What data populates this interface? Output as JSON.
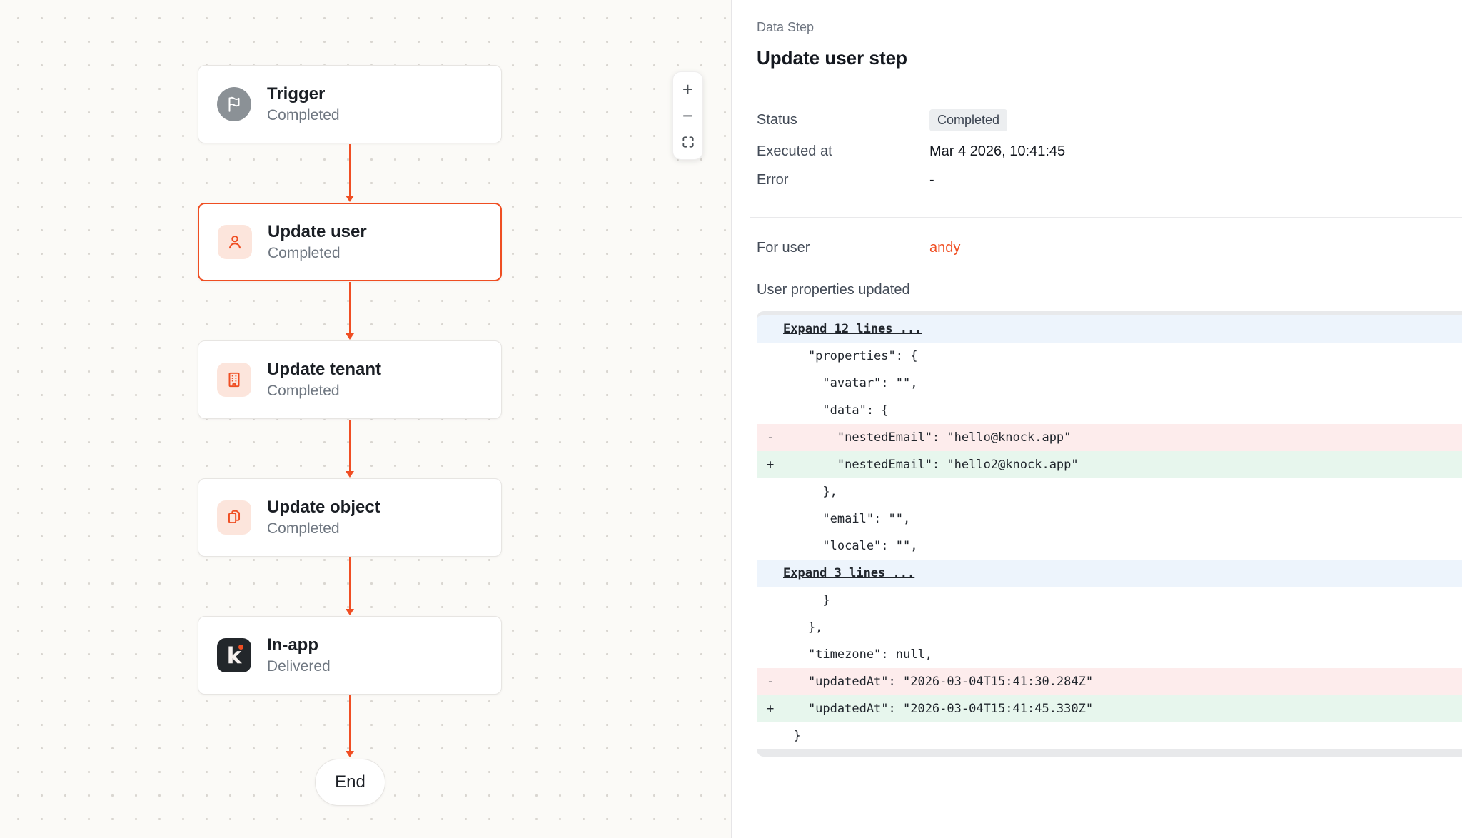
{
  "colors": {
    "accent_red": "#ef4e22",
    "badge_bg": "#eceef0",
    "diff_add_bg": "#e7f6ed",
    "diff_del_bg": "#fdecec",
    "diff_expand_bg": "#edf4fc",
    "canvas_bg": "#fbfaf7"
  },
  "canvas": {
    "nodes": [
      {
        "title": "Trigger",
        "status": "Completed",
        "icon": "flag-icon"
      },
      {
        "title": "Update user",
        "status": "Completed",
        "icon": "user-icon"
      },
      {
        "title": "Update tenant",
        "status": "Completed",
        "icon": "building-icon"
      },
      {
        "title": "Update object",
        "status": "Completed",
        "icon": "copy-icon"
      },
      {
        "title": "In-app",
        "status": "Delivered",
        "icon": "knock-logo-icon",
        "logo_letter": "k"
      }
    ],
    "end_label": "End",
    "zoom_controls": {
      "zoom_in": "+",
      "zoom_out": "−"
    }
  },
  "panel": {
    "eyebrow": "Data Step",
    "title": "Update user step",
    "fields": [
      {
        "label": "Status",
        "value": "Completed"
      },
      {
        "label": "Executed at",
        "value": "Mar 4 2026, 10:41:45"
      },
      {
        "label": "Error",
        "value": "-"
      }
    ],
    "for_user_label": "For user",
    "for_user_value": "andy",
    "section_title": "User properties updated",
    "diff": {
      "rows": [
        {
          "type": "expand",
          "text": "Expand 12 lines ..."
        },
        {
          "type": "ctx",
          "text": "    \"properties\": {"
        },
        {
          "type": "ctx",
          "text": "      \"avatar\": \"\","
        },
        {
          "type": "ctx",
          "text": "      \"data\": {"
        },
        {
          "type": "del",
          "marker": "-",
          "text": "        \"nestedEmail\": \"hello@knock.app\""
        },
        {
          "type": "add",
          "marker": "+",
          "text": "        \"nestedEmail\": \"hello2@knock.app\""
        },
        {
          "type": "ctx",
          "text": "      },"
        },
        {
          "type": "ctx",
          "text": "      \"email\": \"\","
        },
        {
          "type": "ctx",
          "text": "      \"locale\": \"\","
        },
        {
          "type": "expand",
          "text": "Expand 3 lines ..."
        },
        {
          "type": "ctx",
          "text": "      }"
        },
        {
          "type": "ctx",
          "text": "    },"
        },
        {
          "type": "ctx",
          "text": "    \"timezone\": null,"
        },
        {
          "type": "del",
          "marker": "-",
          "text": "    \"updatedAt\": \"2026-03-04T15:41:30.284Z\""
        },
        {
          "type": "add",
          "marker": "+",
          "text": "    \"updatedAt\": \"2026-03-04T15:41:45.330Z\""
        },
        {
          "type": "ctx",
          "text": "  }"
        }
      ]
    }
  }
}
